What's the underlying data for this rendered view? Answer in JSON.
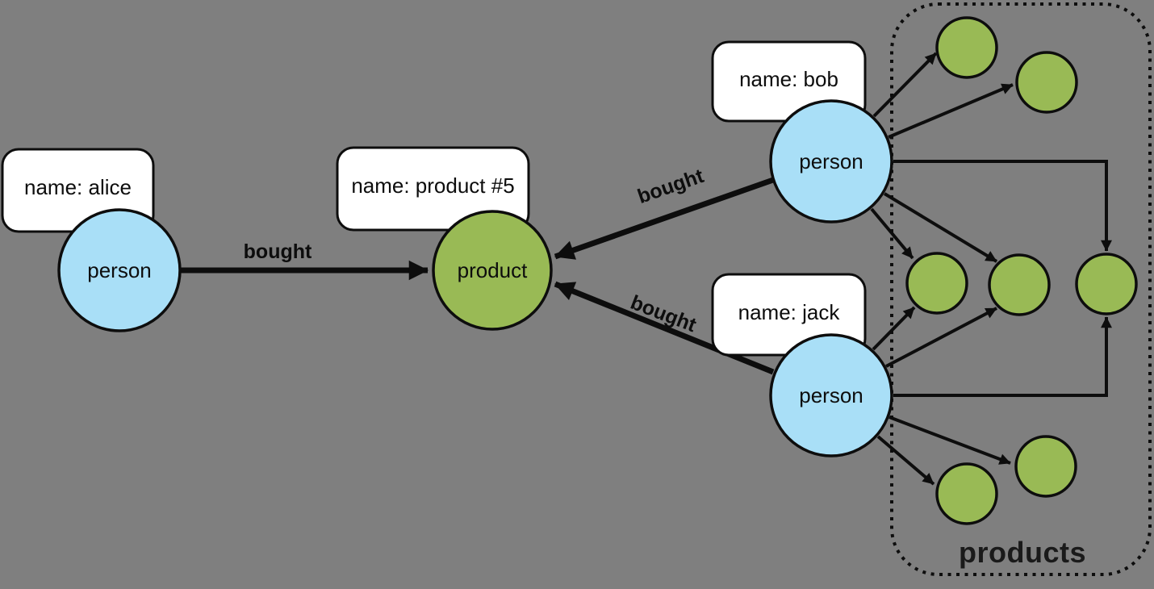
{
  "diagram": {
    "background_color": "#7F7F7F",
    "colors": {
      "person_fill": "#A9DFF7",
      "product_fill": "#99BA55",
      "outline": "#0d0d0d",
      "property_box_fill": "#FFFFFF"
    },
    "nodes": [
      {
        "id": "alice",
        "type": "person",
        "label": "person",
        "property": "name: alice"
      },
      {
        "id": "bob",
        "type": "person",
        "label": "person",
        "property": "name: bob"
      },
      {
        "id": "jack",
        "type": "person",
        "label": "person",
        "property": "name: jack"
      },
      {
        "id": "product5",
        "type": "product",
        "label": "product",
        "property": "name: product #5"
      }
    ],
    "edges": [
      {
        "from": "alice",
        "to": "product5",
        "label": "bought"
      },
      {
        "from": "bob",
        "to": "product5",
        "label": "bought"
      },
      {
        "from": "jack",
        "to": "product5",
        "label": "bought"
      }
    ],
    "cluster": {
      "label": "products",
      "anonymous_product_count": 7
    }
  }
}
